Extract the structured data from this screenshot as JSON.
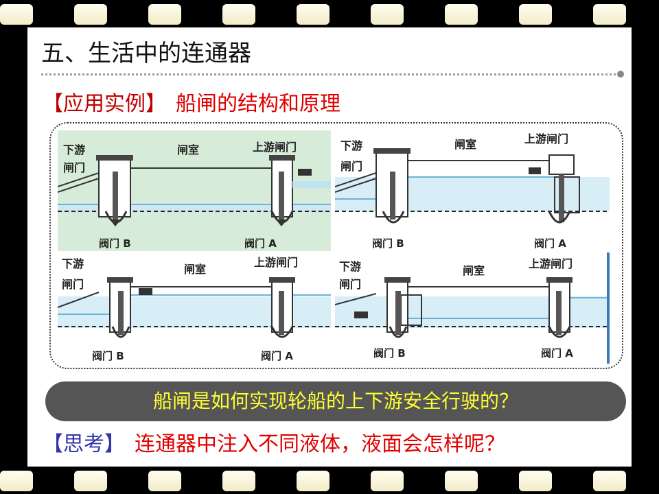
{
  "title": "五、生活中的连通器",
  "application": {
    "tag": "【应用实例】",
    "text": "船闸的结构和原理"
  },
  "diagram": {
    "panels": [
      {
        "downstream_gate": [
          "下游",
          "闸门"
        ],
        "chamber": "闸室",
        "upstream_gate": "上游闸门",
        "valve_b": "阀门 B",
        "valve_a": "阀门 A"
      },
      {
        "downstream_gate": [
          "下游",
          "闸门"
        ],
        "chamber": "闸室",
        "upstream_gate": "上游闸门",
        "valve_b": "阀门 B",
        "valve_a": "阀门 A"
      },
      {
        "downstream_gate": [
          "下游",
          "闸门"
        ],
        "chamber": "闸室",
        "upstream_gate": "上游闸门",
        "valve_b": "阀门 B",
        "valve_a": "阀门 A"
      },
      {
        "downstream_gate": [
          "下游",
          "闸门"
        ],
        "chamber": "闸室",
        "upstream_gate": "上游闸门",
        "valve_b": "阀门 B",
        "valve_a": "阀门 A"
      }
    ]
  },
  "question": "船闸是如何实现轮船的上下游安全行驶的？",
  "think": {
    "tag": "【思考】",
    "text": "连通器中注入不同液体，液面会怎样呢？"
  },
  "colors": {
    "title_text": "#111111",
    "red_text": "#e00000",
    "tag_red": "#c00000",
    "tag_blue": "#3333aa",
    "banner_bg": "#555555",
    "banner_text": "#ffff33",
    "water": "#bfe3f2",
    "panel1_bg": "#d6ecd8"
  }
}
